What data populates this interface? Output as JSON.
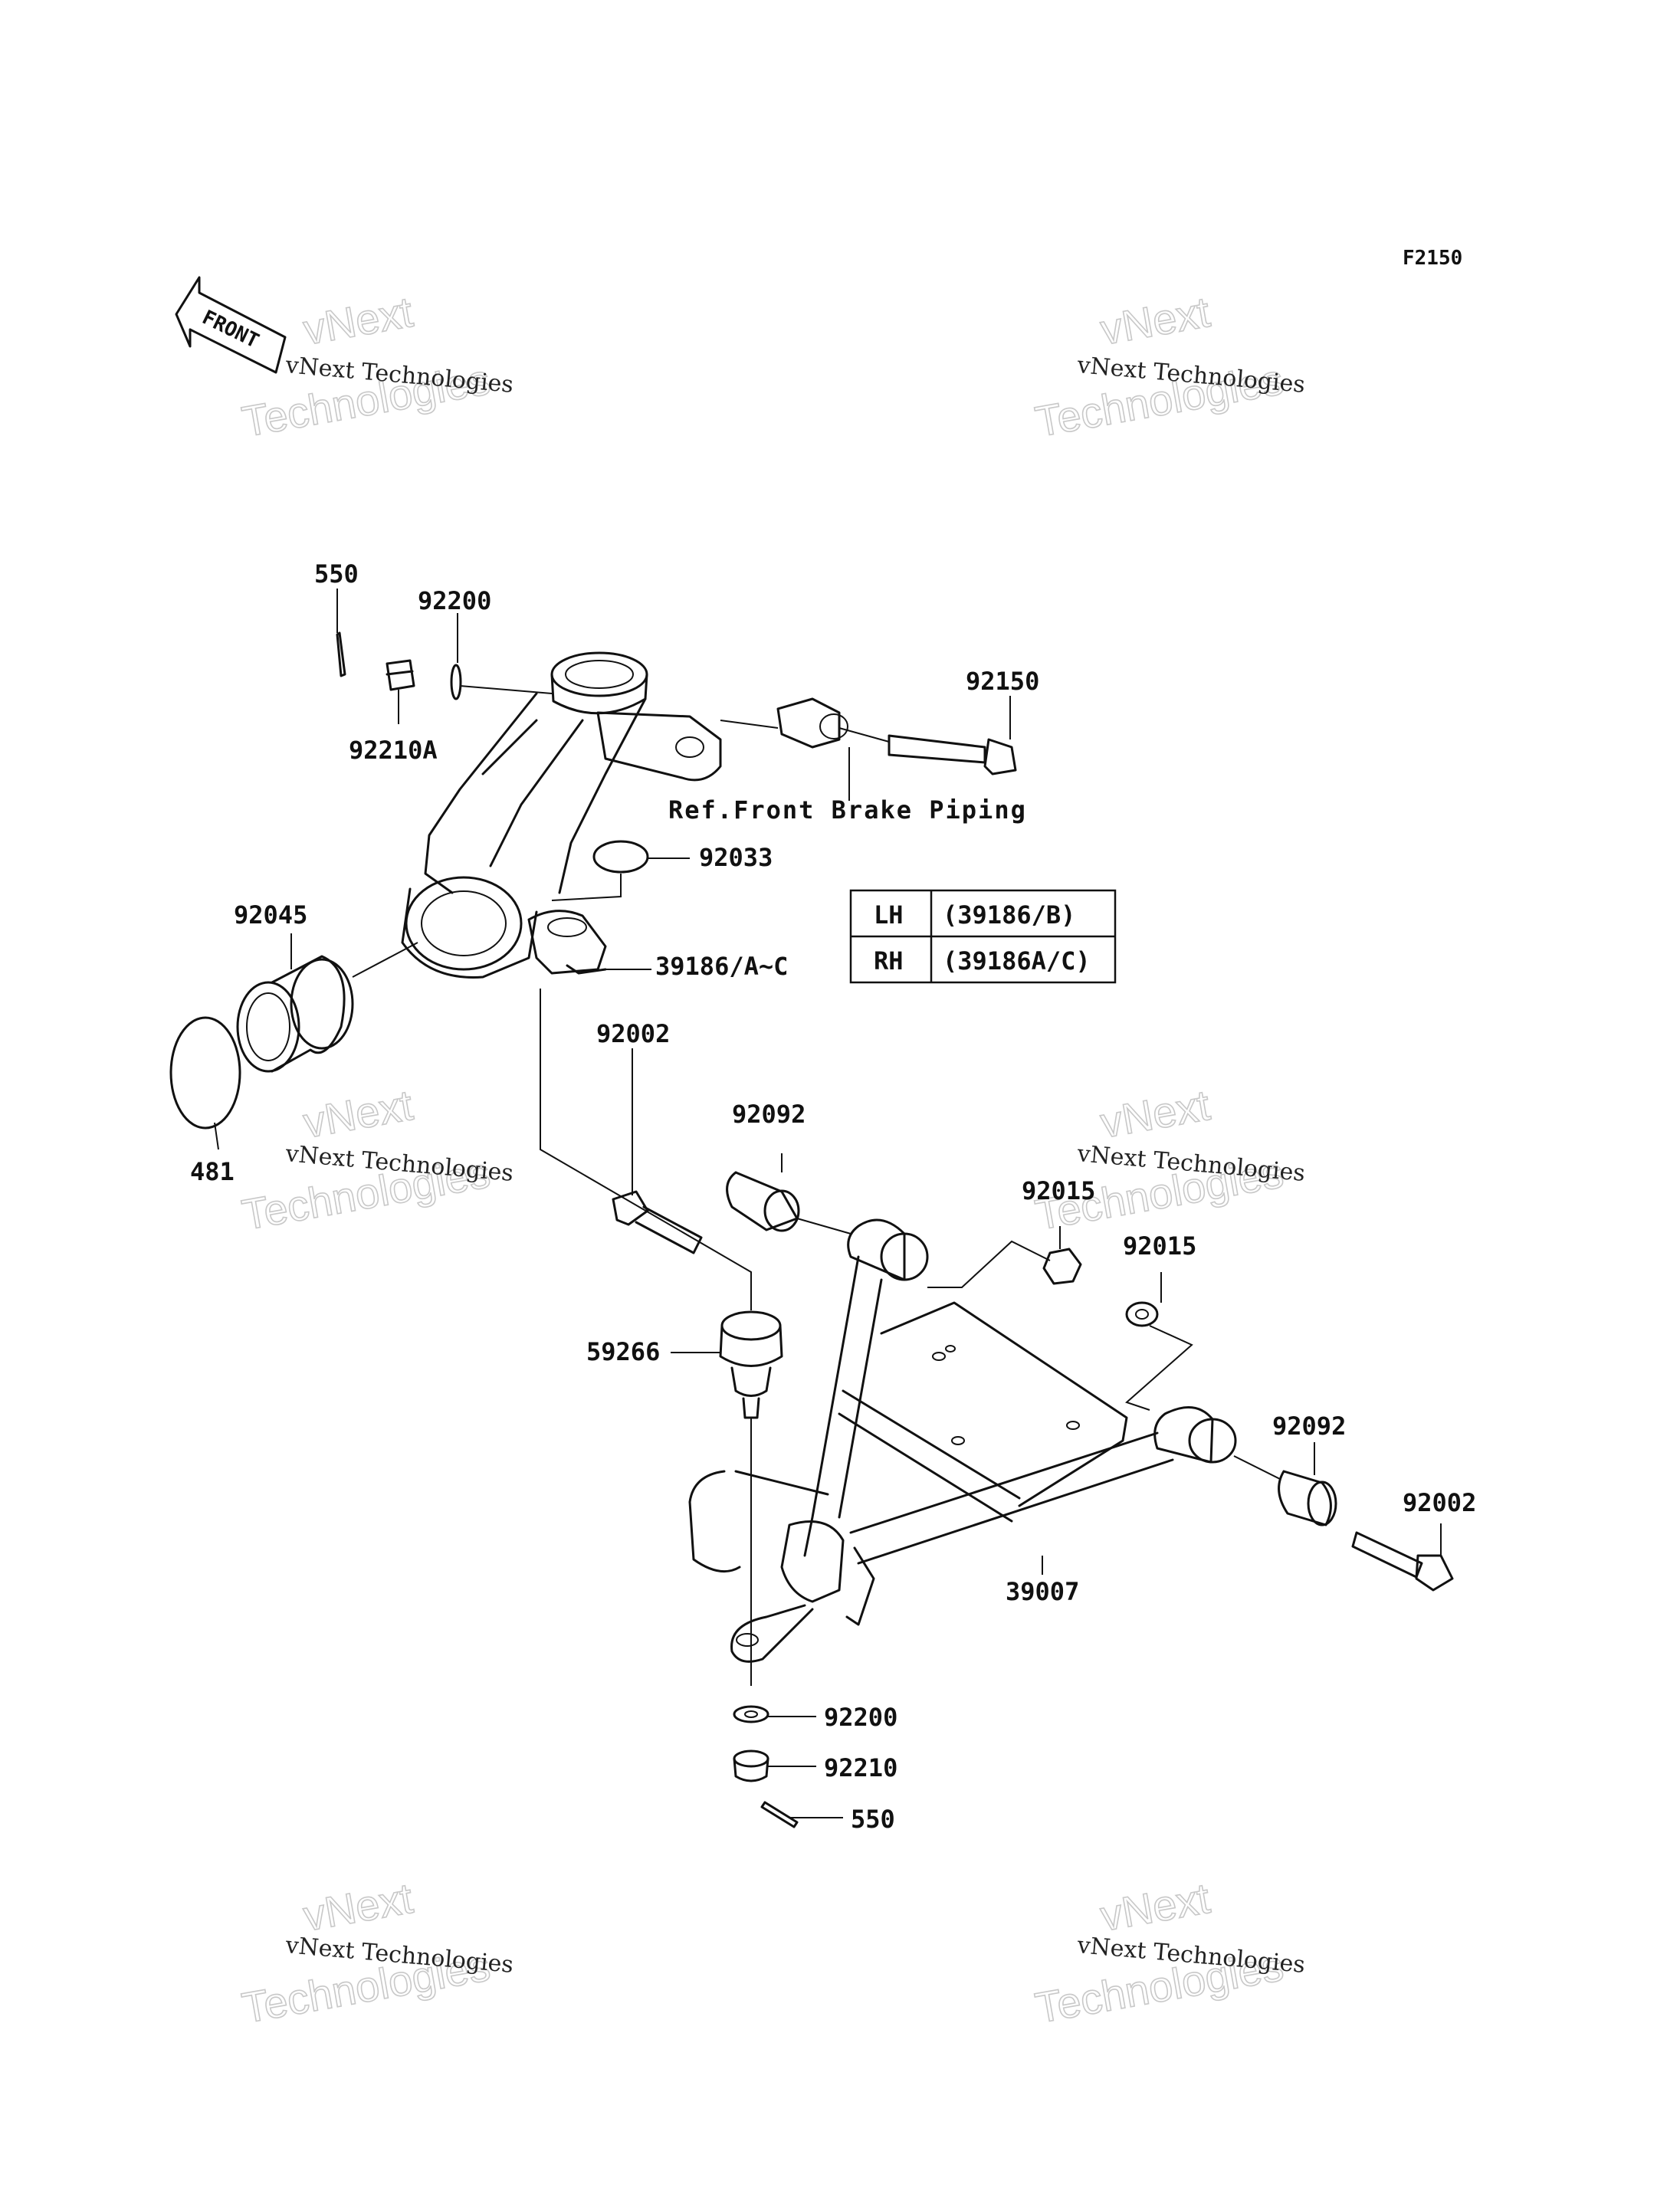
{
  "figure_code": "F2150",
  "front_arrow_text": "FRONT",
  "watermark": {
    "line1": "vNext Technologies",
    "line2": "vNext",
    "line3": "Technologies"
  },
  "reference_note": "Ref.Front Brake Piping",
  "variant_table": {
    "rows": [
      {
        "side": "LH",
        "part": "(39186/B)"
      },
      {
        "side": "RH",
        "part": "(39186A/C)"
      }
    ]
  },
  "callouts": {
    "c550_top": "550",
    "c92200_top": "92200",
    "c92210a": "92210A",
    "c92150": "92150",
    "c92033": "92033",
    "c39186": "39186/A~C",
    "c92045": "92045",
    "c481": "481",
    "c92002_top": "92002",
    "c92092_top": "92092",
    "c92015_a": "92015",
    "c92015_b": "92015",
    "c59266": "59266",
    "c92092_right": "92092",
    "c92002_right": "92002",
    "c39007": "39007",
    "c92200_bottom": "92200",
    "c92210": "92210",
    "c550_bottom": "550"
  }
}
